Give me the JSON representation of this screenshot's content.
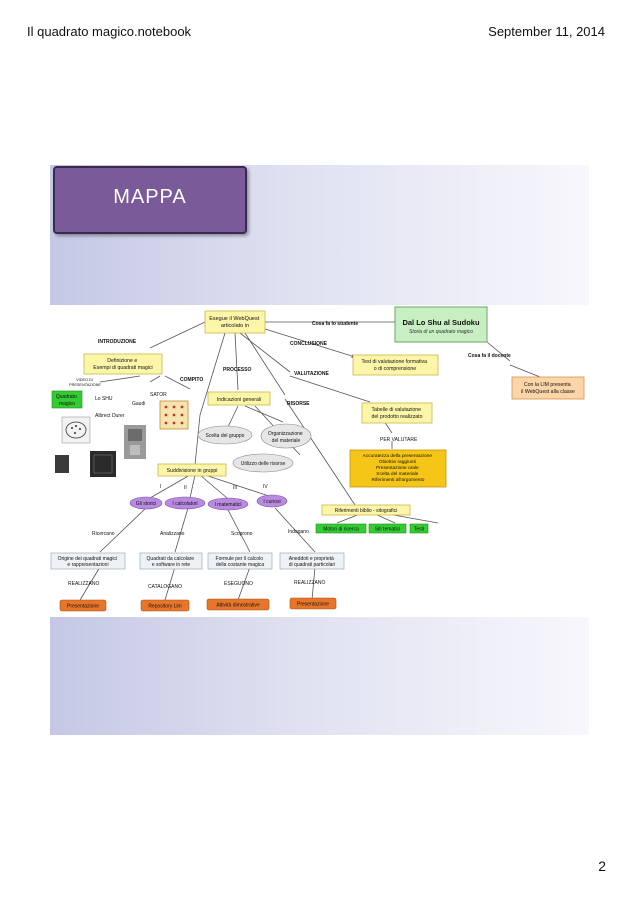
{
  "header": {
    "filename": "Il quadrato magico.notebook",
    "date": "September 11, 2014"
  },
  "slide": {
    "title": "MAPPA"
  },
  "concept_map": {
    "nodes": {
      "webquest": [
        "Esegue il WebQuest",
        "articolato in"
      ],
      "main_title": "Dal Lo Shu al Sudoku",
      "main_subtitle": "Storia di un quadrato magico",
      "definizione": [
        "Definizione e",
        "Esempi di quadrati magici"
      ],
      "quadrato_magico": [
        "Quadrato",
        "magico"
      ],
      "test": [
        "Test di valutazione formativa",
        "o di comprensione"
      ],
      "lim": [
        "Con la LIM presenta",
        "il WebQuest alla classe"
      ],
      "indicazioni": "Indicazioni generali",
      "scelta_gruppo": "Scelta del gruppo",
      "organizzazione": [
        "Organizzazione",
        "del materiale"
      ],
      "utilizzo": "Utilizzo delle risorse",
      "tabelle": [
        "Tabelle di valutazione",
        "del prodotto realizzato"
      ],
      "criteri": [
        "Accuratezza della presentazione",
        "Obiettivi raggiunti",
        "Presentazione orale",
        "Scelta del materiale",
        "Riferimenti all'argomento"
      ],
      "suddivisione": "Suddivisione in gruppi",
      "gli_storici": "Gli storici",
      "i_calcolatori": "I calcolatori",
      "i_matematici": "I matematici",
      "i_curiosi": "I curiosi",
      "riferimenti": "Riferimenti biblio - sitografici",
      "motori": "Motori di ricerca",
      "siti": "Siti tematici",
      "testi": "Testi",
      "origine": [
        "Origine dei quadrati magici",
        "e rappresentazioni"
      ],
      "quadrati_calcolo": [
        "Quadrati da calcolare",
        "e software in rete"
      ],
      "formule": [
        "Formule per il calcolo",
        "della costante magica"
      ],
      "aneddoti": [
        "Aneddoti e proprietà",
        "di quadrati particolari"
      ],
      "presentazione_1": "Presentazione",
      "repository": "Repository Lim",
      "attivita": "Attività dimostrative",
      "presentazione_2": "Presentazione"
    },
    "labels": {
      "cosa_fa_studente": "Cosa fa lo studente",
      "introduzione": "INTRODUZIONE",
      "conclusione": "CONCLUSIONE",
      "cosa_fa_docente": "Cosa fa il docente",
      "compito": "COMPITO",
      "processo": "PROCESSO",
      "valutazione": "VALUTAZIONE",
      "risorse": "RISORSE",
      "per_valutare": "PER VALUTARE",
      "video_di": "VIDEO DI",
      "presentazione_cap": "PRESENTAZIONE",
      "lo_shu": "Lo SHU",
      "sator": "SATOR",
      "gaudi": "Gaudi",
      "albrecht": "Albrect Durer",
      "roman_1": "I",
      "roman_2": "II",
      "roman_3": "III",
      "roman_4": "IV",
      "ricercano": "Ricercano",
      "analizzano": "Analizzano",
      "scoprono": "Scoprono",
      "indagano": "Indagano",
      "realizzano_1": "REALIZZANO",
      "catalogano": "CATALOGANO",
      "eseguono": "ESEGUONO",
      "realizzano_2": "REALIZZANO"
    }
  },
  "footer": {
    "page_number": "2"
  },
  "colors": {
    "slide_title_bg": "#7a5a98",
    "yellow_node": "#fdf6a8",
    "green_node": "#33cc33",
    "orange_node": "#e8762a",
    "purple_node": "#b98be0",
    "peach_node": "#fcd5a8",
    "grey_node": "#e6e6e6"
  }
}
